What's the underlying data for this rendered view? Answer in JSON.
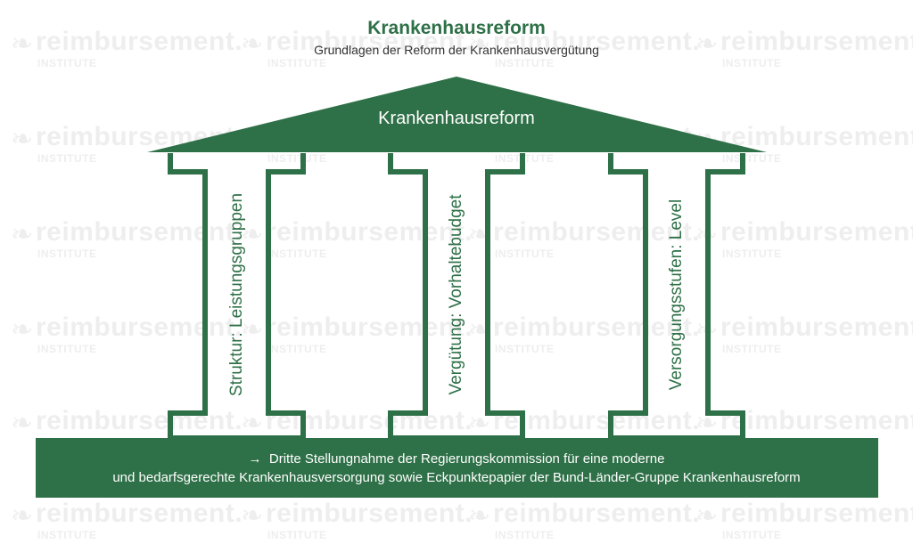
{
  "header": {
    "title": "Krankenhausreform",
    "subtitle": "Grundlagen der Reform der Krankenhausvergütung"
  },
  "roof": {
    "label": "Krankenhausreform"
  },
  "pillars": [
    {
      "label": "Struktur: Leistungsgruppen"
    },
    {
      "label": "Vergütung: Vorhaltebudget"
    },
    {
      "label": "Versorgungsstufen: Level"
    }
  ],
  "base": {
    "arrow": "→",
    "line1": "Dritte Stellungnahme der Regierungskommission für eine moderne",
    "line2": "und bedarfsgerechte Krankenhausversorgung sowie Eckpunktepapier der Bund-Länder-Gruppe Krankenhausreform"
  },
  "watermark": {
    "word": "reimbursement.",
    "sub": "INSTITUTE",
    "icon": "leaf-logo-icon"
  },
  "colors": {
    "primary_green": "#2e7047",
    "text_dark": "#333333",
    "watermark": "#eeeeee"
  }
}
